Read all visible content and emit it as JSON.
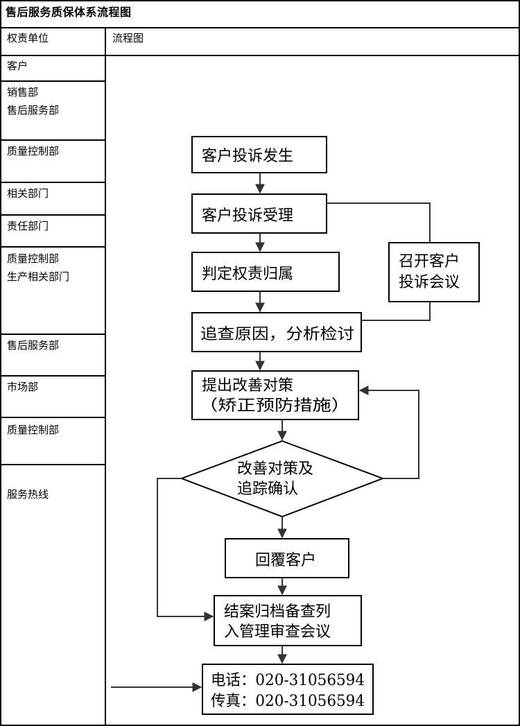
{
  "title": "售后服务质保体系流程图",
  "header": {
    "col1": "权责单位",
    "col2": "流程图"
  },
  "rows": [
    {
      "label": "客户"
    },
    {
      "label": "销售部\n售后服务部"
    },
    {
      "label": "质量控制部"
    },
    {
      "label": "相关部门"
    },
    {
      "label": "责任部门"
    },
    {
      "label": "质量控制部\n生产相关部门"
    },
    {
      "label": "售后服务部"
    },
    {
      "label": "市场部"
    },
    {
      "label": "质量控制部"
    },
    {
      "label": "服务热线"
    }
  ],
  "flow": {
    "complaint_occurs": "客户投诉发生",
    "complaint_accepted": "客户投诉受理",
    "determine_responsibility": "判定权责归属",
    "investigate_cause": "追查原因，分析检讨",
    "improvement_line1": "提出改善对策",
    "improvement_line2": "（矫正预防措施）",
    "confirm_line1": "改善对策及",
    "confirm_line2": "追踪确认",
    "reply_customer": "回覆客户",
    "archive_line1": "结案归档备查列",
    "archive_line2": "入管理审查会议",
    "meeting_line1": "召开客户",
    "meeting_line2": "投诉会议",
    "phone": "电话：020-31056594",
    "fax": "传真：020-31056594"
  }
}
